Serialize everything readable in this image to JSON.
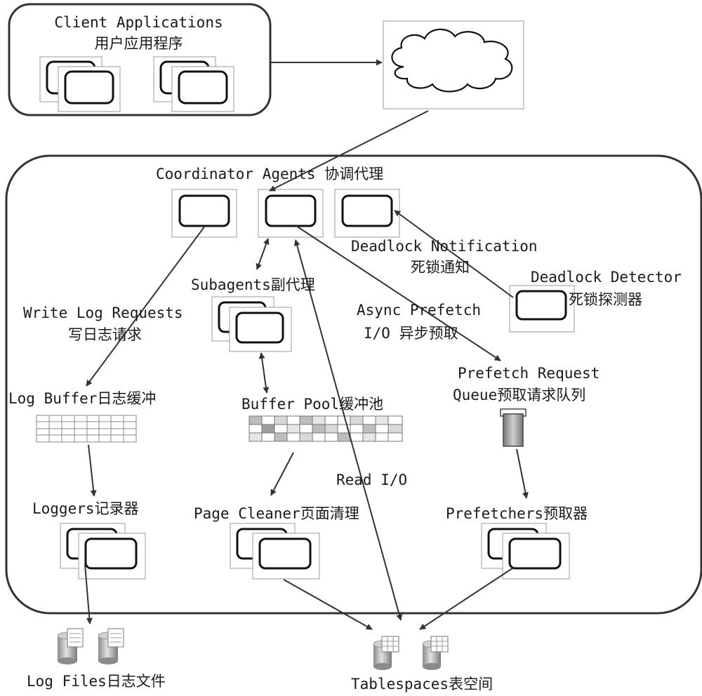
{
  "client": {
    "title": "Client Applications",
    "subtitle": "用户应用程序"
  },
  "coordinator": {
    "label": "Coordinator Agents 协调代理"
  },
  "deadlock_notification": {
    "line1": "Deadlock Notification",
    "line2": "死锁通知"
  },
  "deadlock_detector": {
    "line1": "Deadlock Detector",
    "line2": "死锁探测器"
  },
  "subagents": {
    "label": "Subagents副代理"
  },
  "write_log": {
    "line1": "Write Log Requests",
    "line2": "写日志请求"
  },
  "async_prefetch": {
    "line1": "Async Prefetch",
    "line2": "I/O 异步预取"
  },
  "prefetch_queue": {
    "line1": "Prefetch Request",
    "line2": "Queue预取请求队列"
  },
  "log_buffer": {
    "label": "Log Buffer日志缓冲"
  },
  "buffer_pool": {
    "label": "Buffer Pool缓冲池"
  },
  "read_io": {
    "label": "Read I/O"
  },
  "loggers": {
    "label": "Loggers记录器"
  },
  "page_cleaner": {
    "label": "Page Cleaner页面清理"
  },
  "prefetchers": {
    "label": "Prefetchers预取器"
  },
  "log_files": {
    "label": "Log Files日志文件"
  },
  "tablespaces": {
    "label": "Tablespaces表空间"
  }
}
